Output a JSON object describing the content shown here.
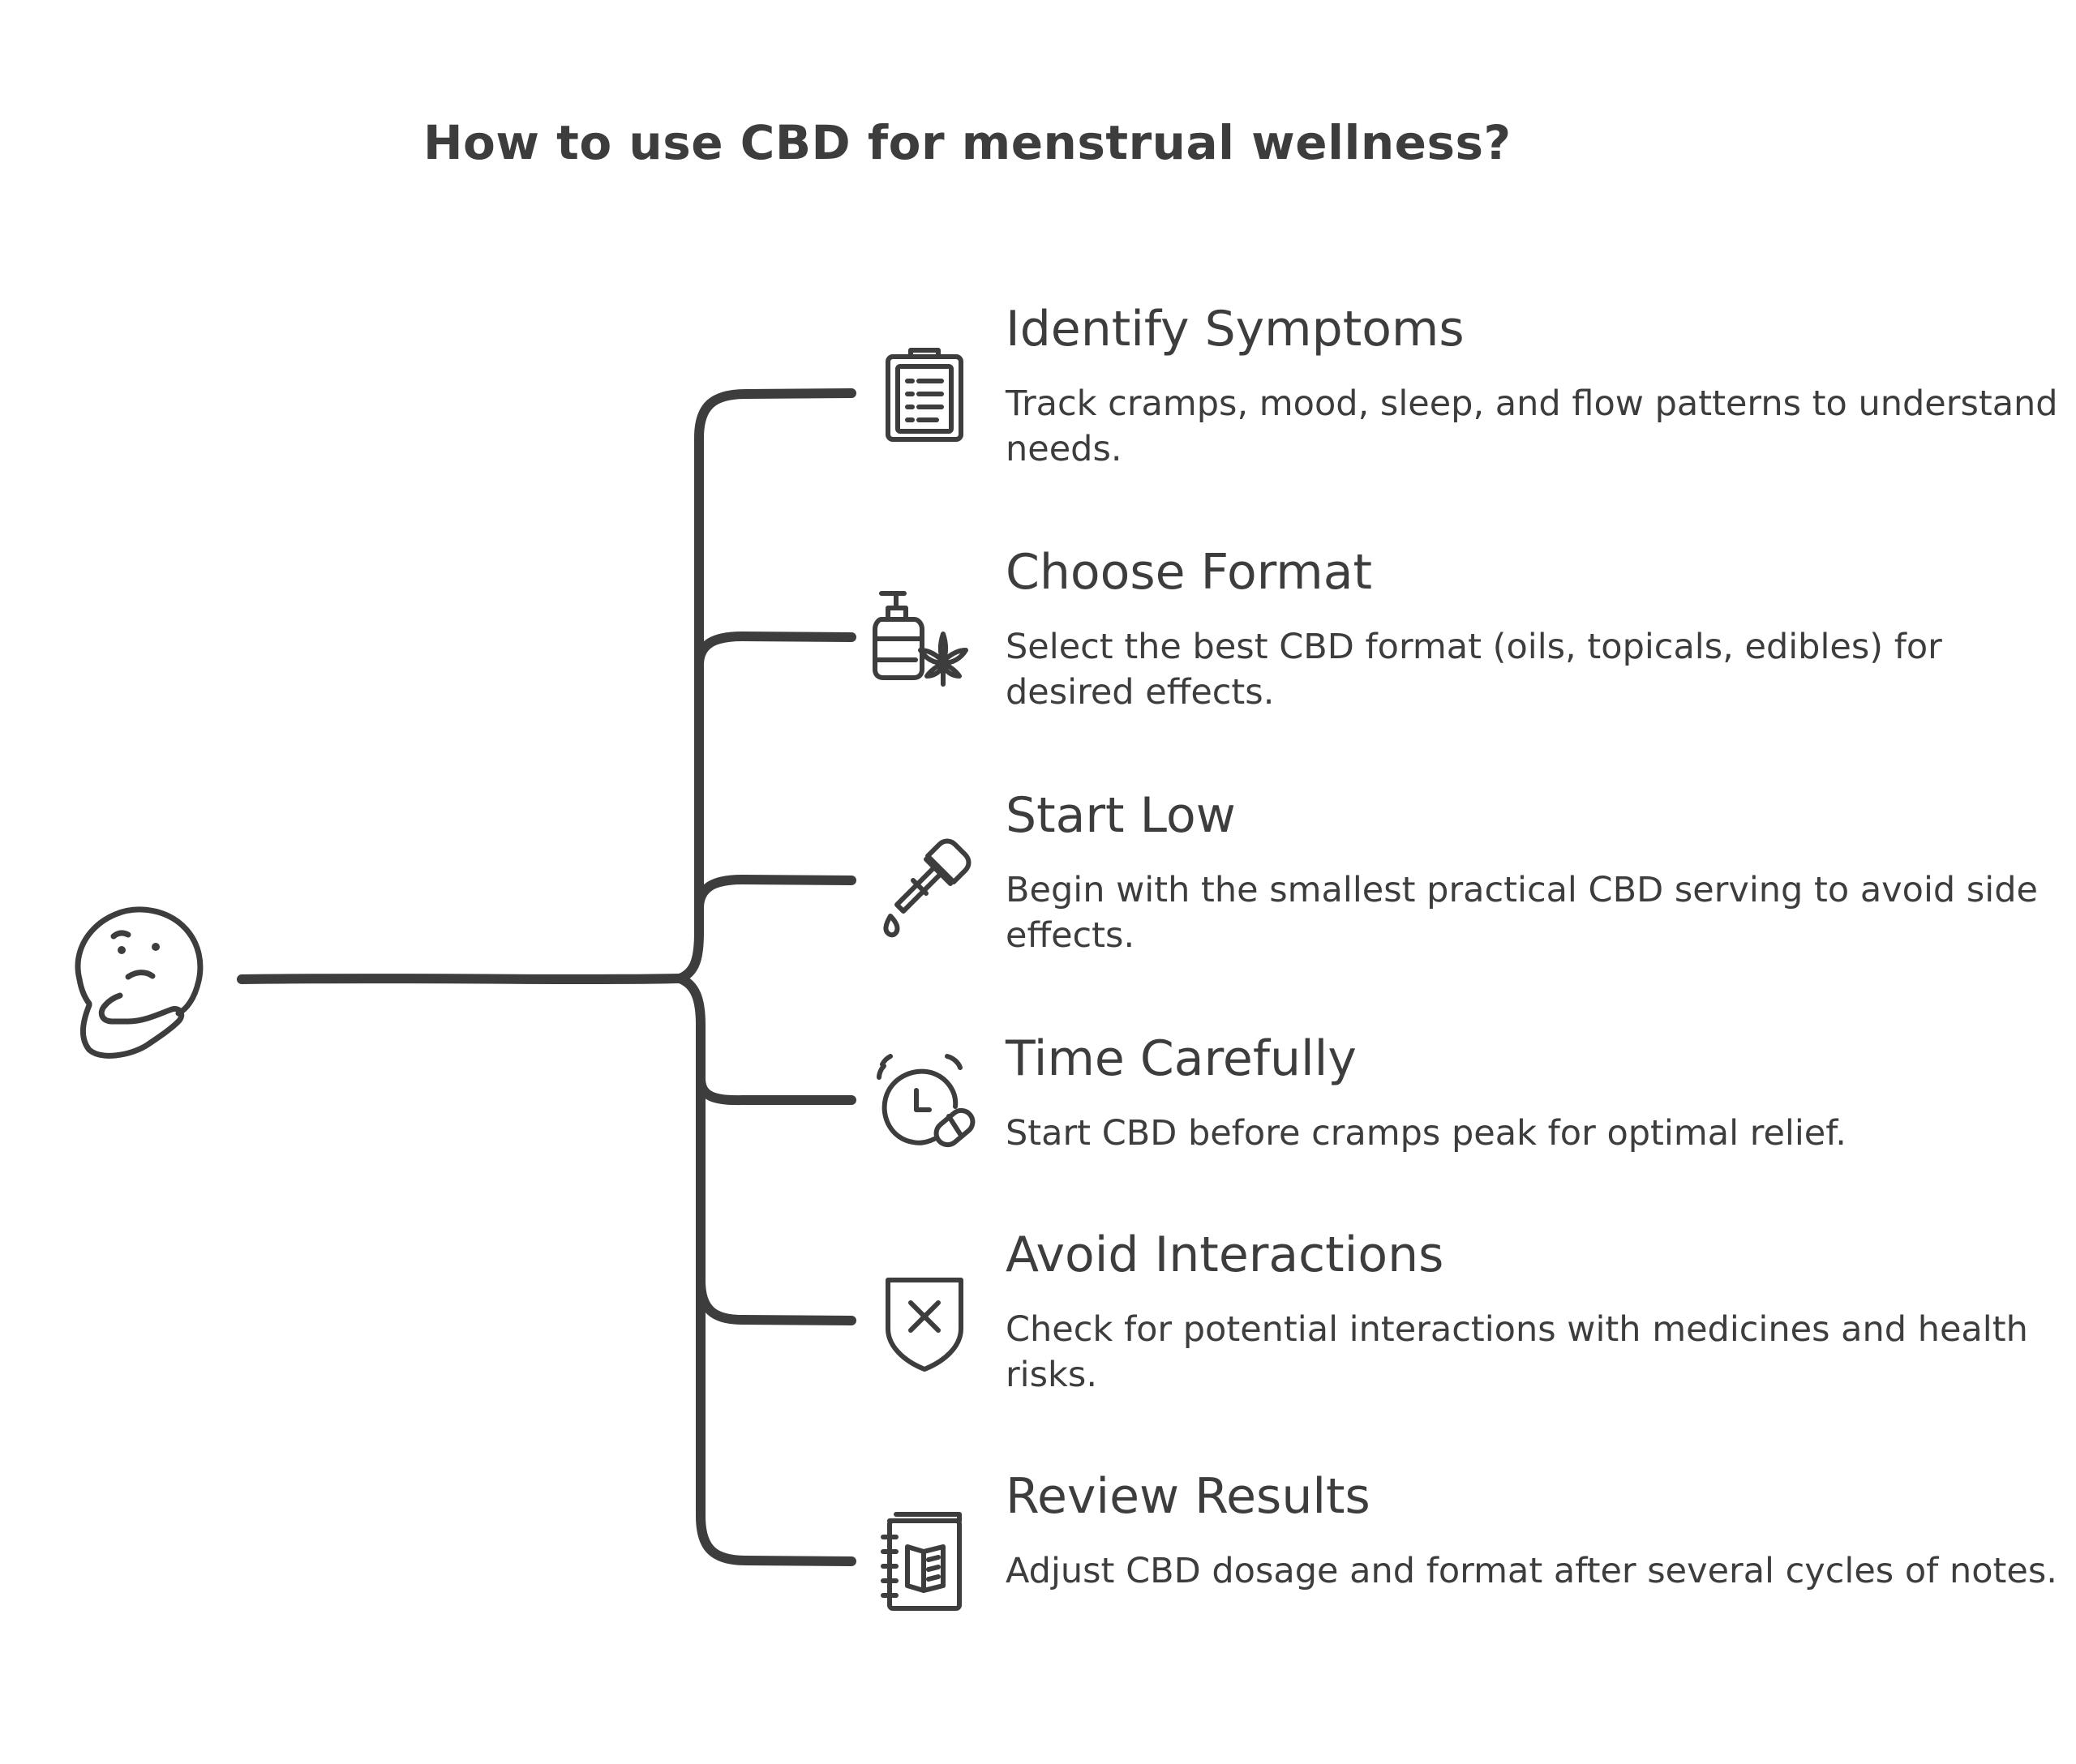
{
  "title": "How to use CBD for menstrual wellness?",
  "steps": [
    {
      "title": "Identify Symptoms",
      "description": "Track cramps, mood, sleep, and flow patterns to understand needs.",
      "icon": "clipboard-icon"
    },
    {
      "title": "Choose Format",
      "description": "Select the best CBD format (oils, topicals, edibles) for desired effects.",
      "icon": "pump-bottle-cannabis-icon"
    },
    {
      "title": "Start Low",
      "description": "Begin with the smallest practical CBD serving to avoid side effects.",
      "icon": "dropper-icon"
    },
    {
      "title": "Time Carefully",
      "description": "Start CBD before cramps peak for optimal relief.",
      "icon": "alarm-clock-pill-icon"
    },
    {
      "title": "Avoid Interactions",
      "description": "Check for potential interactions with medicines and health risks.",
      "icon": "shield-x-icon"
    },
    {
      "title": "Review Results",
      "description": "Adjust CBD dosage and format after several cycles of notes.",
      "icon": "notebook-icon"
    }
  ],
  "root_icon": "thinking-face-icon",
  "colors": {
    "ink": "#3d3d3d",
    "background": "#ffffff"
  }
}
